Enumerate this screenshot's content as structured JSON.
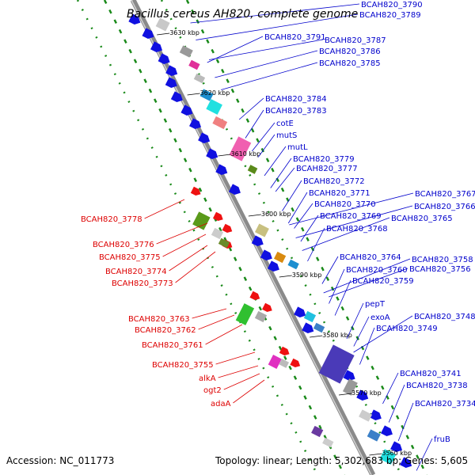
{
  "title": "Bacillus cereus AH820, complete genome",
  "footer": {
    "accession": "Accession: NC_011773",
    "topology": "Topology: linear; Length: 5,302,683 bp; Genes: 5,605"
  },
  "colors": {
    "forward_label": "#0000cc",
    "reverse_label": "#dd0000",
    "backbone": "#8a8a8a",
    "gene_blue": "#1010e0",
    "gene_red": "#ee1111",
    "dash_green": "#1a8a1a"
  },
  "ticks": [
    "3630 kbp",
    "3620 kbp",
    "3610 kbp",
    "3600 kbp",
    "3590 kbp",
    "3580 kbp",
    "3570 kbp",
    "3560 kbp"
  ],
  "right_labels": [
    "BCAH820_3790",
    "BCAH820_3789",
    "BCAH820_3791",
    "BCAH820_3787",
    "BCAH820_3786",
    "BCAH820_3785",
    "BCAH820_3784",
    "BCAH820_3783",
    "cotE",
    "mutS",
    "mutL",
    "BCAH820_3779",
    "BCAH820_3777",
    "BCAH820_3772",
    "BCAH820_3771",
    "BCAH820_3770",
    "BCAH820_3767",
    "BCAH820_3766",
    "BCAH820_3769",
    "BCAH820_3765",
    "BCAH820_3768",
    "BCAH820_3764",
    "BCAH820_3758",
    "BCAH820_3760",
    "BCAH820_3756",
    "BCAH820_3759",
    "pepT",
    "exoA",
    "BCAH820_3748",
    "BCAH820_3749",
    "BCAH820_3741",
    "BCAH820_3738",
    "BCAH820_3734",
    "fruB"
  ],
  "left_labels": [
    "BCAH820_3778",
    "BCAH820_3776",
    "BCAH820_3775",
    "BCAH820_3774",
    "BCAH820_3773",
    "BCAH820_3763",
    "BCAH820_3762",
    "BCAH820_3761",
    "BCAH820_3755",
    "alkA",
    "ogt2",
    "adaA"
  ]
}
